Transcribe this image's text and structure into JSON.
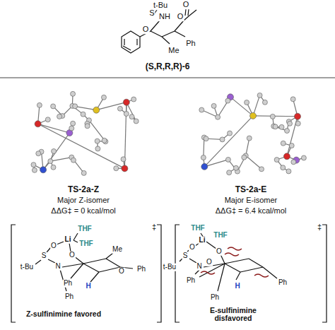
{
  "diagram": {
    "labels": [
      "t-Bu",
      "S",
      "O",
      "NH",
      "O",
      "O",
      "Ph",
      "Me",
      "(S,R,R,R)-6",
      "TS-2a-Z",
      "Major Z-isomer",
      "ΔΔG‡ = 0 kcal/mol",
      "TS-2a-E",
      "Major E-isomer",
      "ΔΔG‡ = 6.4 kcal/mol",
      "THF",
      "THF",
      "Li",
      "O",
      "S",
      "O",
      "t-Bu",
      "N",
      "O",
      "Me",
      "Ph",
      "H",
      "Ph",
      "Ph",
      "‡",
      "Z-sulfinimine favored",
      "THF",
      "THF",
      "Li",
      "O",
      "S",
      "O",
      "t-Bu",
      "N",
      "O",
      "Ph",
      "H",
      "Ph",
      "Ph",
      "‡",
      "E-sulfinimine disfavored"
    ]
  }
}
